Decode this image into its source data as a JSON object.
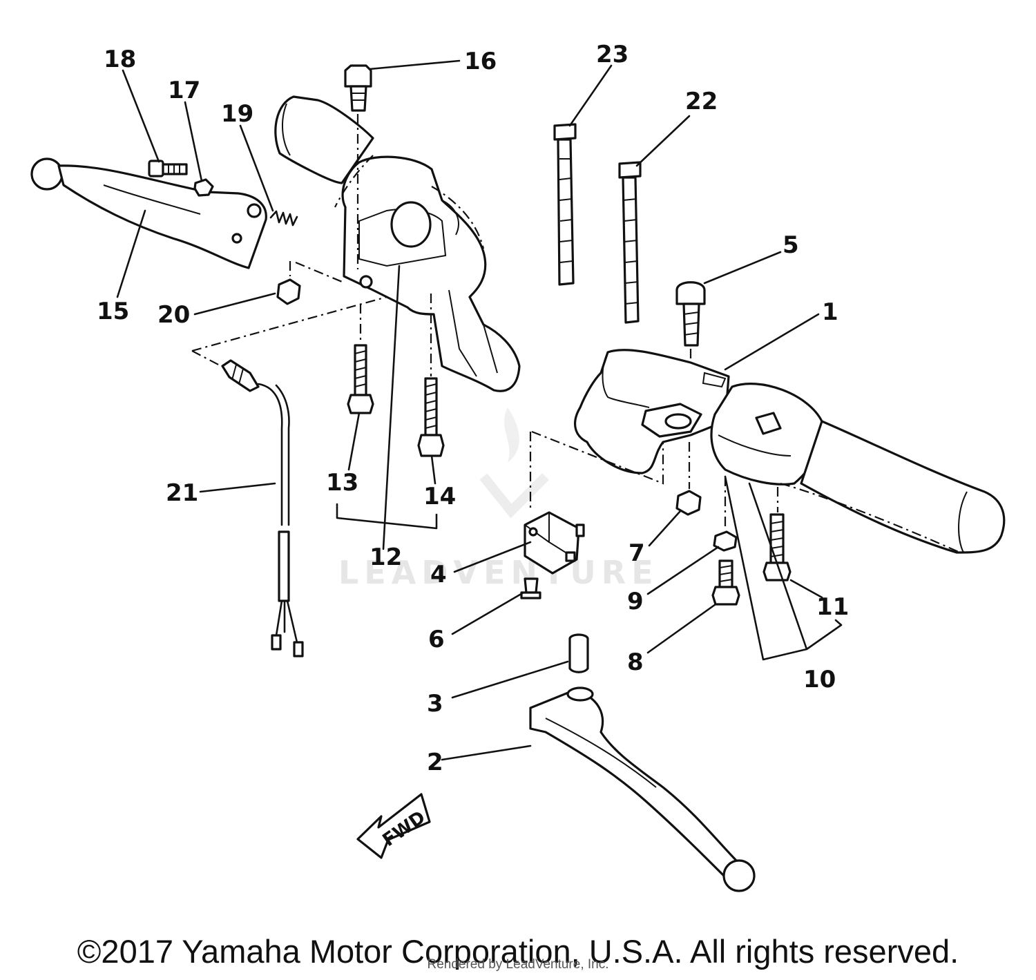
{
  "callouts": [
    "1",
    "2",
    "3",
    "4",
    "5",
    "6",
    "7",
    "8",
    "9",
    "10",
    "11",
    "12",
    "13",
    "14",
    "15",
    "16",
    "17",
    "18",
    "19",
    "20",
    "21",
    "22",
    "23"
  ],
  "fwd_label": "FWD",
  "watermark": "LEADVENTURE",
  "copyright": "©2017 Yamaha Motor Corporation, U.S.A. All rights reserved.",
  "rendered_by": "Rendered by LeadVenture, Inc."
}
